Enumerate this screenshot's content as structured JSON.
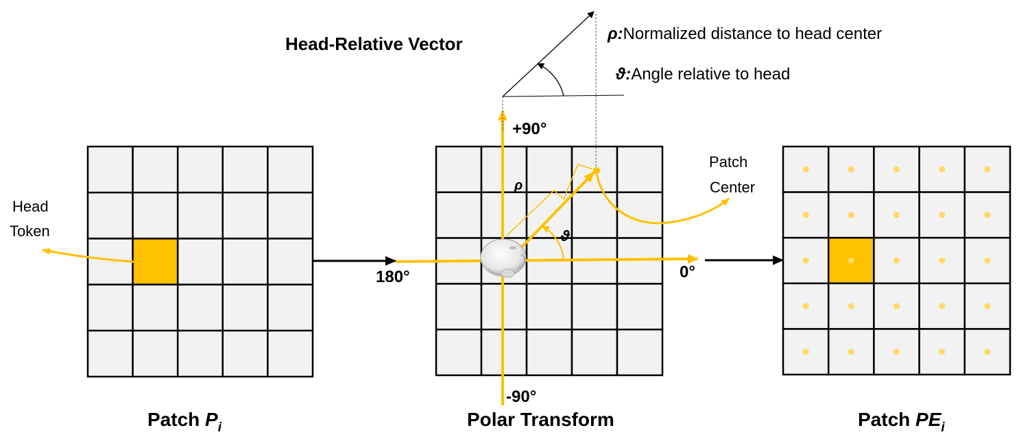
{
  "grid": {
    "rows": 5,
    "cols": 5,
    "cell_fill": "#f2f2f2",
    "line_color": "#000000",
    "highlight_color": "#ffc000",
    "dot_color": "#ffd966",
    "head_token": {
      "row": 2,
      "col": 1
    }
  },
  "colors": {
    "accent": "#ffc000",
    "arrow": "#000000"
  },
  "labels": {
    "head_token_line1": "Head",
    "head_token_line2": "Token",
    "patch_center_line1": "Patch",
    "patch_center_line2": "Center",
    "plus90": "+90°",
    "minus90": "-90°",
    "deg180": "180°",
    "deg0": "0°",
    "rho": "ρ",
    "theta": "ϑ",
    "vector_title": "Head-Relative Vector",
    "rho_def_symbol": "ρ:",
    "rho_def_text": "Normalized distance to head center",
    "theta_def_symbol": "ϑ:",
    "theta_def_text": "Angle relative to head"
  },
  "captions": {
    "left_main": "Patch ",
    "left_italic": "P",
    "left_sub": "i",
    "middle": "Polar Transform",
    "right_main": "Patch ",
    "right_italic": "PE",
    "right_sub": "i"
  },
  "icons": {
    "head": "head-icon"
  }
}
